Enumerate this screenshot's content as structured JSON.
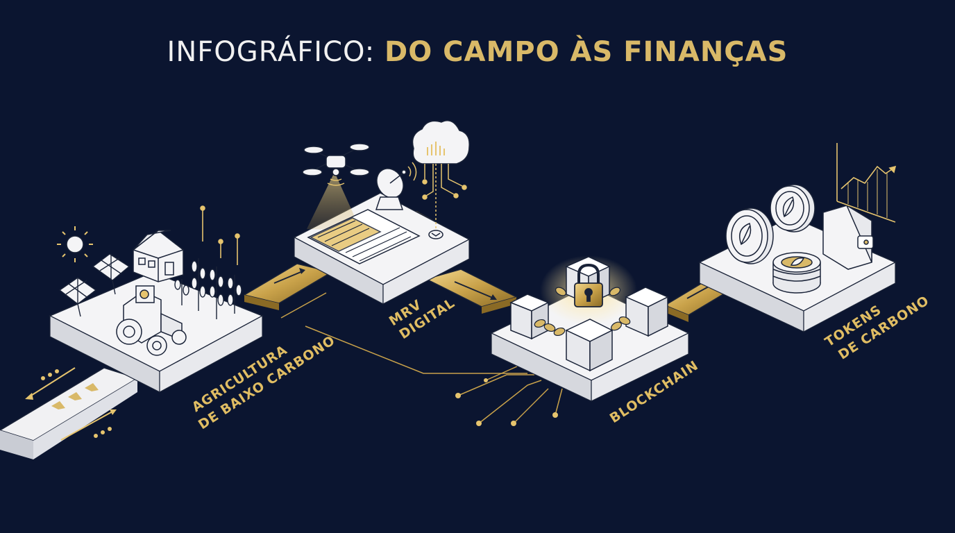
{
  "title": {
    "part1": "INFOGRÁFICO: ",
    "part2": "DO CAMPO ÀS FINANÇAS"
  },
  "stages": [
    {
      "id": "agri",
      "lines": [
        "AGRICULTURA",
        "DE BAIXO CARBONO"
      ]
    },
    {
      "id": "mrv",
      "lines": [
        "MRV",
        "DIGITAL"
      ]
    },
    {
      "id": "chain",
      "lines": [
        "BLOCKCHAIN"
      ]
    },
    {
      "id": "tokens",
      "lines": [
        "TOKENS",
        "DE CARBONO"
      ]
    }
  ],
  "colors": {
    "background": "#0b1530",
    "gold": "#d9b968",
    "platform": "#f4f4f6",
    "outline": "#1a2338"
  },
  "icons": [
    "sun-icon",
    "solar-panel-icon",
    "barn-icon",
    "tractor-icon",
    "crop-icon",
    "drone-icon",
    "satellite-dish-icon",
    "cloud-data-icon",
    "document-icon",
    "lock-icon",
    "block-cube-icon",
    "chain-icon",
    "coin-icon",
    "wallet-icon",
    "growth-chart-icon"
  ]
}
